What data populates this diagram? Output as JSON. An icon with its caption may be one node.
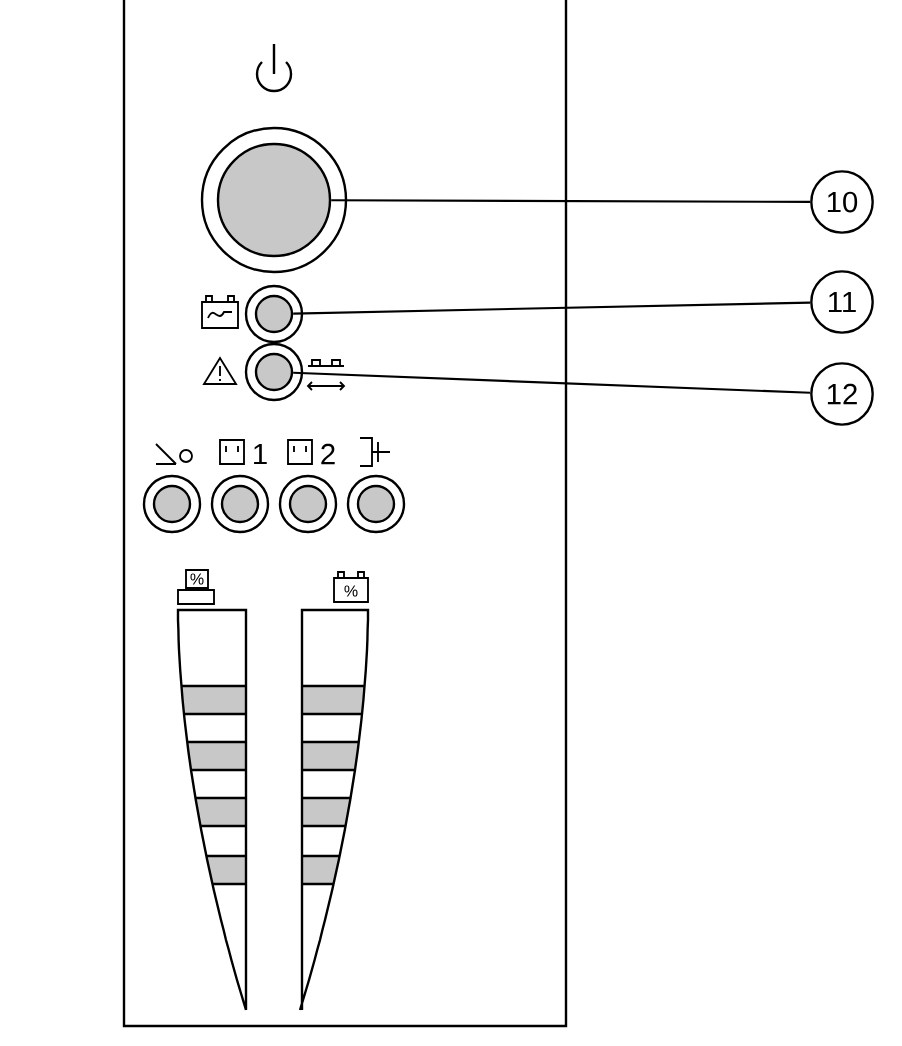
{
  "diagram": {
    "nodes": [
      {
        "text": [
          "10"
        ]
      },
      {
        "text": [
          "11"
        ]
      },
      {
        "text": [
          "12"
        ]
      },
      {
        "text": [],
        "shape": "circle"
      },
      {
        "text": [],
        "shape": "circle"
      },
      {
        "text": [],
        "shape": "circle"
      },
      {
        "text": [],
        "shape": "circle"
      },
      {
        "text": [],
        "shape": "circle"
      },
      {
        "text": [],
        "shape": "circle"
      },
      {
        "text": [],
        "shape": "circle"
      }
    ],
    "edges": [
      {
        "from": 0,
        "to": 3,
        "arrow": "none"
      },
      {
        "from": 1,
        "to": 4,
        "arrow": "none"
      },
      {
        "from": 2,
        "to": 5,
        "arrow": "none"
      }
    ],
    "labels": [
      "1",
      "2",
      "%",
      "%"
    ]
  }
}
